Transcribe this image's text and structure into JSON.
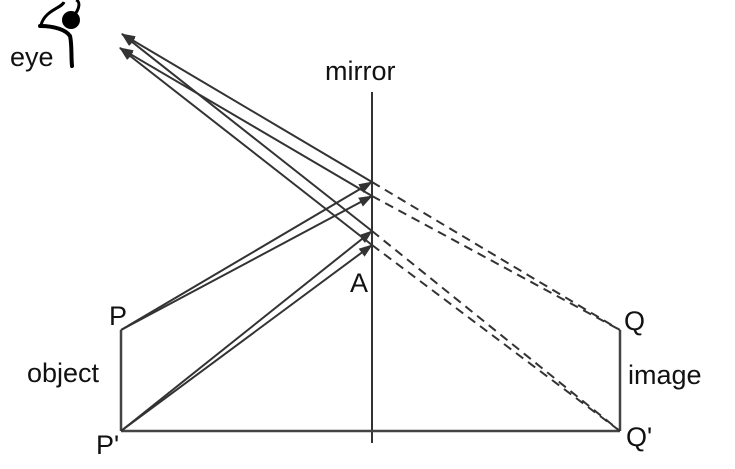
{
  "labels": {
    "eye": "eye",
    "mirror": "mirror",
    "point_a": "A",
    "point_p": "P",
    "point_p_prime": "P'",
    "point_q": "Q",
    "point_q_prime": "Q'",
    "object": "object",
    "image": "image"
  },
  "icons": {
    "eye": "eye-icon"
  },
  "colors": {
    "stroke": "#333333",
    "text": "#111111",
    "background": "#ffffff"
  }
}
